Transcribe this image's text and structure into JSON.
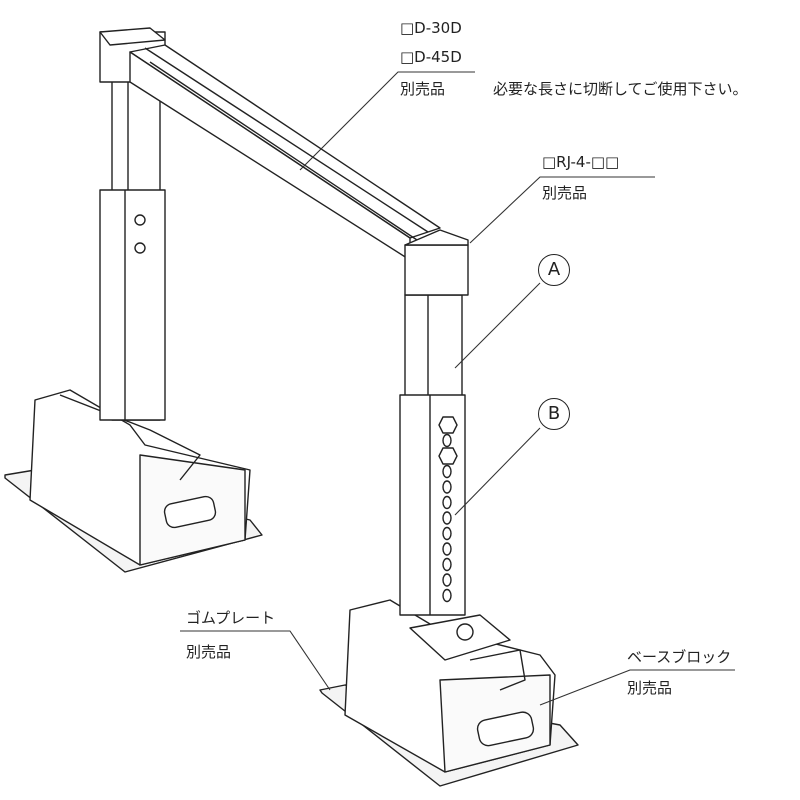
{
  "labels": {
    "beam_code_1": "□D-30D",
    "beam_code_2": "□D-45D",
    "beam_sold_separately": "別売品",
    "beam_note": "必要な長さに切断してご使用下さい。",
    "cap_code": "□RJ-4-□□",
    "cap_sold_separately": "別売品",
    "part_a": "A",
    "part_b": "B",
    "rubber_plate": "ゴムプレート",
    "rubber_sold_separately": "別売品",
    "base_block": "ベースブロック",
    "base_sold_separately": "別売品"
  }
}
